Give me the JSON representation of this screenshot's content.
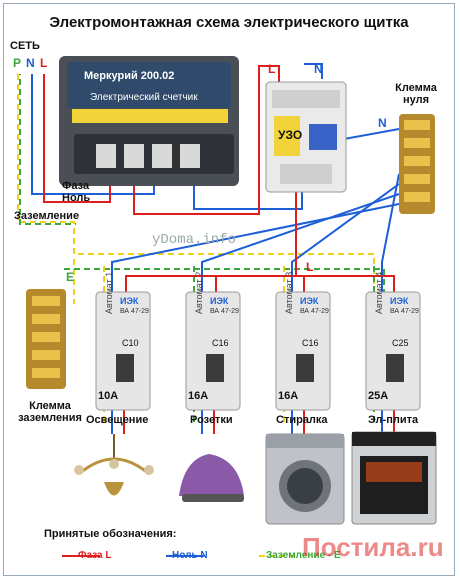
{
  "title": "Электромонтажная схема электрического щитка",
  "supply_label": "СЕТЬ",
  "supply_letters": [
    "P",
    "N",
    "L"
  ],
  "meter": {
    "model": "Меркурий 200.02",
    "caption": "Электрический счетчик"
  },
  "phase_label": "Фаза",
  "neutral_label": "Ноль",
  "ground_label": "Заземление",
  "uzo_label": "УЗО",
  "uzo_letters": {
    "l": "L",
    "n": "N"
  },
  "neutral_clamp_label": "Клемма нуля",
  "neutral_clamp_letter": "N",
  "ground_clamp_label": "Клемма заземления",
  "ground_clamp_letter": "E",
  "l_label": "L",
  "watermark": "yDoma.info",
  "breakers": [
    {
      "label": "Автомат 1",
      "rating": "10A",
      "load": "Освещение",
      "brand": "ИЭК",
      "model": "ВА 47-29",
      "curve": "C10"
    },
    {
      "label": "Автомат 2",
      "rating": "16A",
      "load": "Розетки",
      "brand": "ИЭК",
      "model": "ВА 47-29",
      "curve": "C16"
    },
    {
      "label": "Автомат 3",
      "rating": "16A",
      "load": "Стиралка",
      "brand": "ИЭК",
      "model": "ВА 47-29",
      "curve": "C16"
    },
    {
      "label": "Автомат 4",
      "rating": "25A",
      "load": "Эл-плита",
      "brand": "ИЭК",
      "model": "ВА 47-29",
      "curve": "C25"
    }
  ],
  "legend": {
    "title": "Принятые обозначения:",
    "phase": "Фаза L",
    "neutral": "Ноль N",
    "ground": "Заземление - E"
  },
  "colors": {
    "phase": "#e01e1e",
    "neutral": "#1e5fd8",
    "ground_yellow": "#e8d21a",
    "ground_green": "#3aa83a"
  },
  "footer_watermark": "Постила.ru"
}
